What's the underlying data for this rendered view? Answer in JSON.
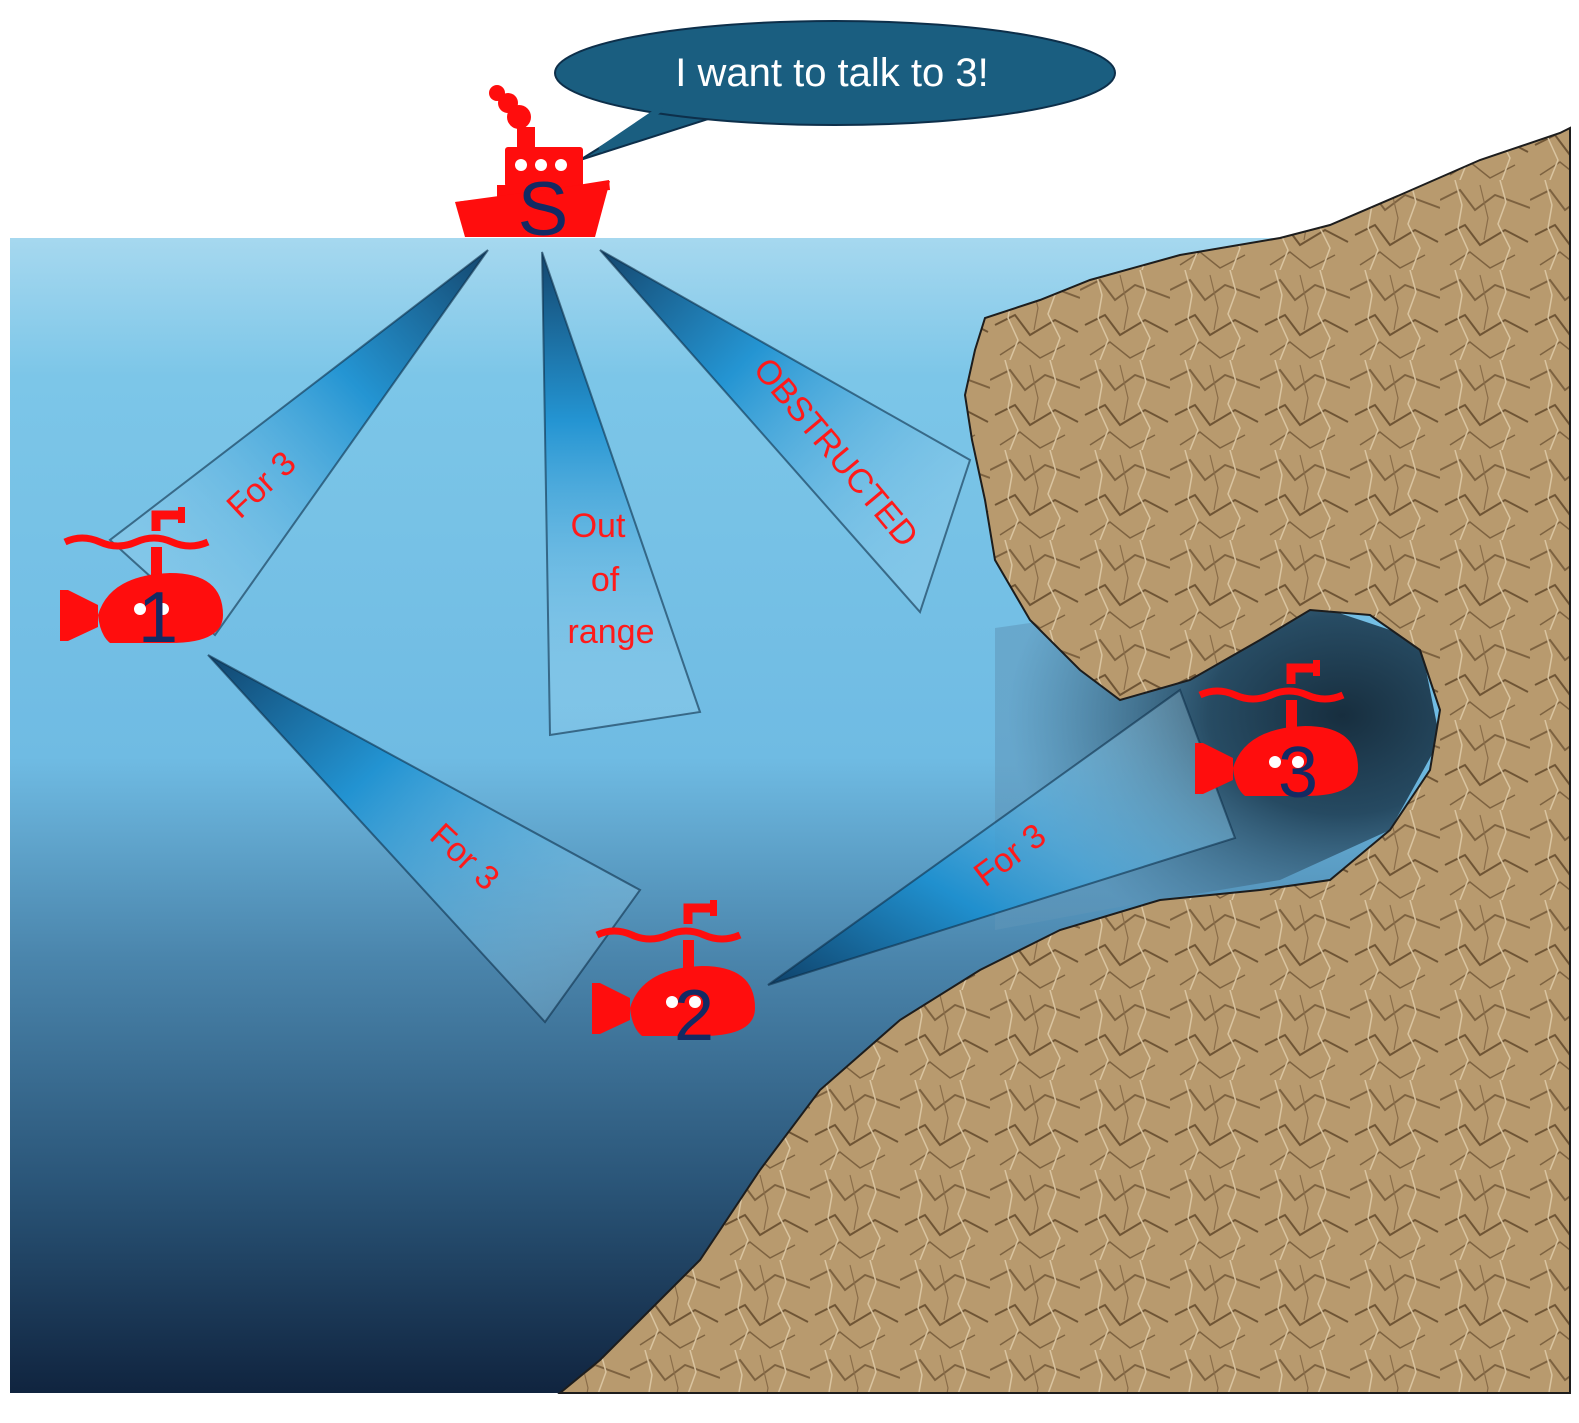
{
  "speech_bubble": {
    "text": "I want to talk to 3!"
  },
  "nodes": {
    "surface_ship": "S",
    "sub_1": "1",
    "sub_2": "2",
    "sub_3": "3"
  },
  "beam_labels": {
    "ship_to_sub1": "For 3",
    "ship_center": [
      "Out",
      "of",
      "range"
    ],
    "ship_to_rock": "OBSTRUCTED",
    "sub1_to_sub2": "For 3",
    "sub2_to_sub3": "For 3"
  },
  "colors": {
    "vehicles": "#ff0d0d",
    "labels": "#ff1a1a",
    "node_numbers": "#132a63",
    "speech_bubble_fill": "#1a5e80",
    "rock": "#b89a6e",
    "water_top": "#a6d8ef",
    "water_bottom": "#10243f"
  },
  "icons": {
    "surface_ship": "steam-ship-icon",
    "subs": "submarine-icon"
  }
}
